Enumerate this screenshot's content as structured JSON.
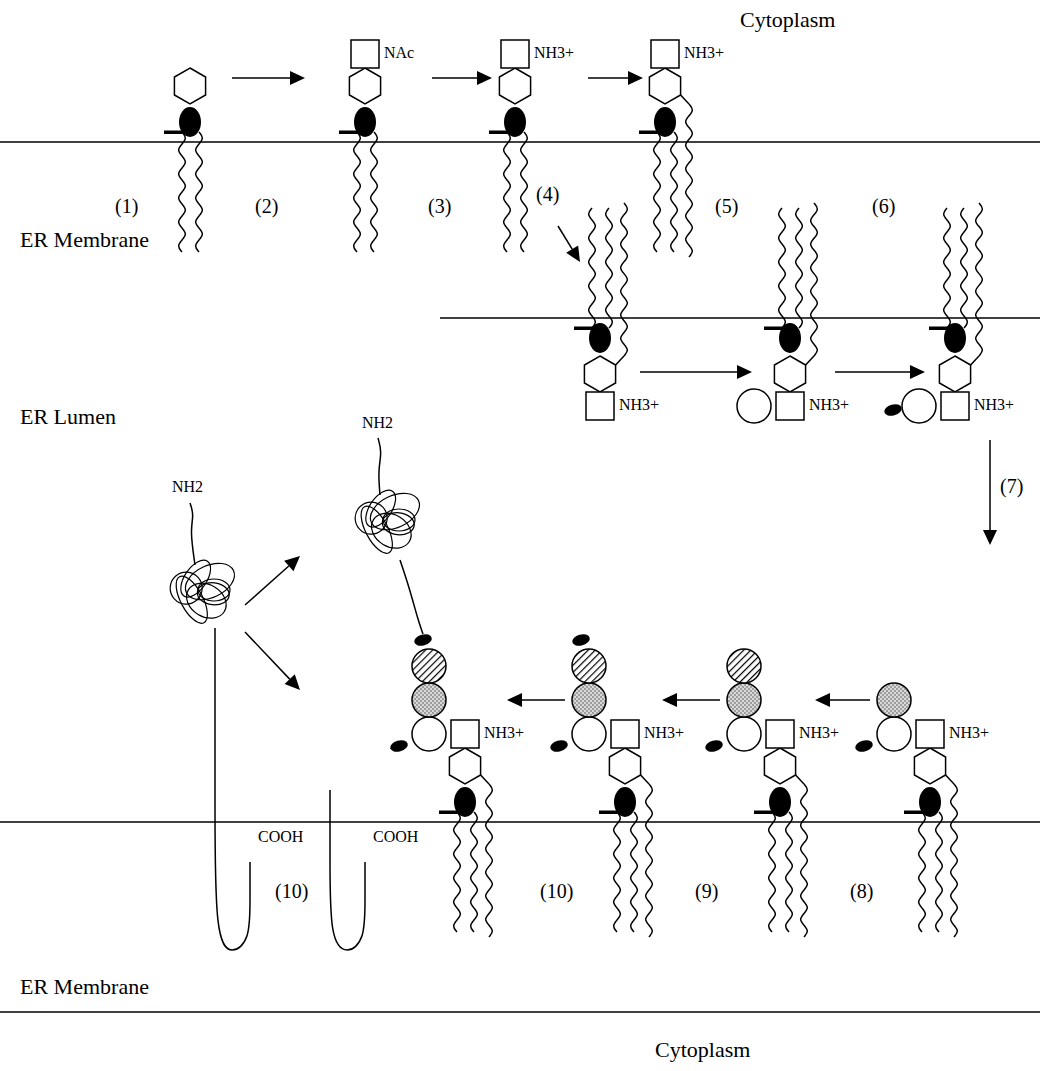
{
  "diagram": {
    "labels": [
      "Cytoplasm",
      "ER Membrane",
      "ER Lumen",
      "ER Membrane",
      "Cytoplasm",
      "(1)",
      "(2)",
      "(3)",
      "(4)",
      "(5)",
      "(6)",
      "(7)",
      "(8)",
      "(9)",
      "(10)",
      "(10)",
      "NAc",
      "NH3+",
      "NH3+",
      "NH3+",
      "NH3+",
      "NH3+",
      "NH3+",
      "NH3+",
      "NH3+",
      "NH3+",
      "NH2",
      "NH2",
      "COOH",
      "COOH"
    ]
  }
}
